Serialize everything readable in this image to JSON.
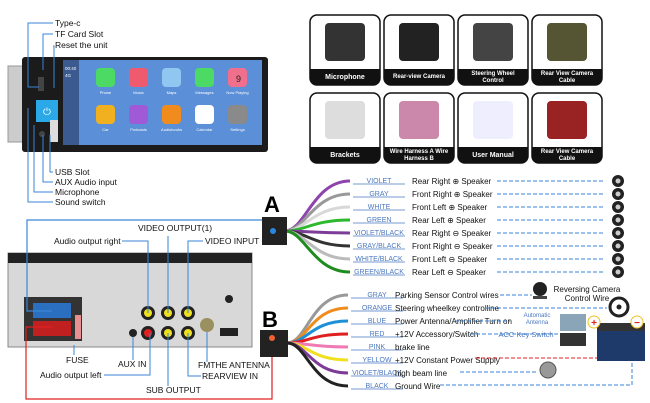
{
  "front_unit": {
    "callouts_top": [
      "Type-c",
      "TF Card Slot",
      "Reset the unit"
    ],
    "callouts_bottom": [
      "USB Slot",
      "AUX Audio input",
      "Microphone",
      "Sound switch"
    ],
    "screen": {
      "time": "00:40",
      "signal": "4G",
      "apps": [
        "Phone",
        "Music",
        "Maps",
        "Messages",
        "Now Playing",
        "Car",
        "Podcasts",
        "Audiobooks",
        "Calendar",
        "Settings"
      ],
      "calendar_day": "9"
    }
  },
  "accessories": [
    "Microphone",
    "Rear-view Camera",
    "Steering Wheel Control",
    "Rear View Camera Cable",
    "Brackets",
    "Wire Harness A Wire Harness B",
    "User Manual",
    "Rear View Camera Cable"
  ],
  "back_unit": {
    "labels": {
      "video_output": "VIDEO OUTPUT(1)",
      "audio_right": "Audio output right",
      "video_input": "VIDEO INPUT",
      "fuse": "FUSE",
      "aux_in": "AUX IN",
      "audio_left": "Audio output left",
      "antenna": "FMTHE ANTENNA",
      "rearview_in": "REARVIEW IN",
      "sub_output": "SUB OUTPUT"
    }
  },
  "harness_a": {
    "letter": "A",
    "wires": [
      {
        "color_name": "VIOLET",
        "function": "Rear Right ⊕ Speaker",
        "color": "#8e44ad"
      },
      {
        "color_name": "GRAY",
        "function": "Front Right ⊕ Speaker",
        "color": "#999999"
      },
      {
        "color_name": "WHITE",
        "function": "Front Left ⊕ Speaker",
        "color": "#d8d8d8"
      },
      {
        "color_name": "GREEN",
        "function": "Rear Left ⊕ Speaker",
        "color": "#2eb82e"
      },
      {
        "color_name": "VIOLET/BLACK",
        "function": "Rear Right ⊖ Speaker",
        "color": "#7d3c98"
      },
      {
        "color_name": "GRAY/BLACK",
        "function": "Front Right ⊖ Speaker",
        "color": "#333333"
      },
      {
        "color_name": "WHITE/BLACK",
        "function": "Front Left ⊖ Speaker",
        "color": "#bbbbbb"
      },
      {
        "color_name": "GREEN/BLACK",
        "function": "Rear Left ⊖ Speaker",
        "color": "#1e8c1e"
      }
    ]
  },
  "harness_b": {
    "letter": "B",
    "wires": [
      {
        "color_name": "GRAY",
        "function": "Parking Sensor Control wires",
        "color": "#999999"
      },
      {
        "color_name": "ORANGE",
        "function": "Steering wheelkey controlline",
        "color": "#f08c1e"
      },
      {
        "color_name": "BLUE",
        "function": "Power Antenna/Amplifier Turn on",
        "color": "#1e90d8"
      },
      {
        "color_name": "RED",
        "function": "+12V Accessory/Switch",
        "color": "#e02020"
      },
      {
        "color_name": "PINK",
        "function": "brake line",
        "color": "#f07ab4"
      },
      {
        "color_name": "YELLOW",
        "function": "+12V Constant Power Supply",
        "color": "#f0e020"
      },
      {
        "color_name": "VIOLET/BLACK",
        "function": "high beam line",
        "color": "#7d3c98"
      },
      {
        "color_name": "BLACK",
        "function": "Ground Wire",
        "color": "#222222"
      }
    ],
    "annotations": {
      "reversing_camera": [
        "Reversing Camera",
        "Control Wire"
      ],
      "automatic_antenna": [
        "Automatic",
        "Antenna"
      ],
      "acc_key_switch": "ACC Key Switch",
      "battery_plus": "+",
      "battery_minus": "−"
    }
  },
  "colors": {
    "callout_line": "#3a86d8",
    "power_line": "#e02020",
    "label_blue": "#4a78c0"
  }
}
